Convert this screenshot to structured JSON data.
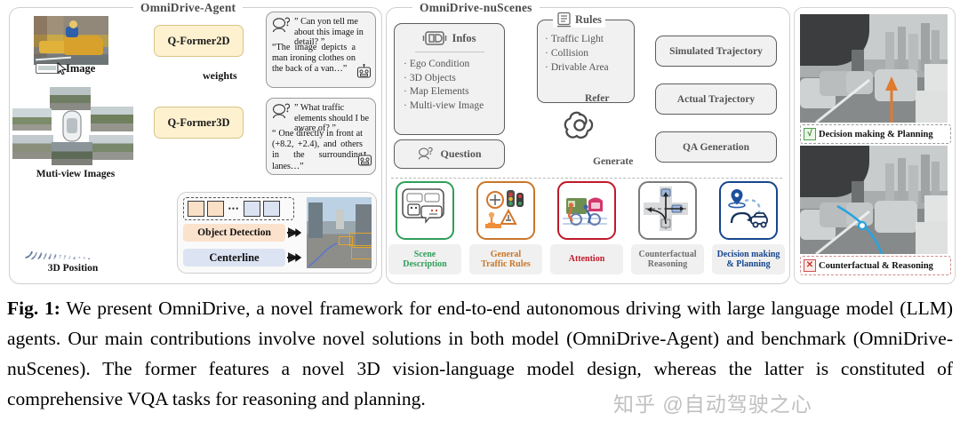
{
  "figure": {
    "panels": {
      "agent": {
        "title": "OmniDrive-Agent"
      },
      "nuscenes": {
        "title": "OmniDrive-nuScenes"
      }
    },
    "agent": {
      "image_label": "Image",
      "multiview_label": "Muti-view Images",
      "position_label": "3D Position",
      "qformer2d": "Q-Former2D",
      "qformer3d": "Q-Former3D",
      "weights_label": "weights",
      "bubble1": {
        "question": "” Can yon tell me about this image in detail? ”",
        "answer": "“The image depicts a man ironing clothes on the back of a van…”"
      },
      "bubble2": {
        "question": "” What traffic elements should I be aware of? ”",
        "answer": "“ One directly in front at (+8.2, +2.4), and others in the surrounding lanes…”"
      },
      "heads": {
        "object_detection": "Object Detection",
        "centerline": "Centerline",
        "token_ellipsis": "•••"
      }
    },
    "nuscenes": {
      "infos": {
        "title": "Infos",
        "items": [
          "Ego Condition",
          "3D Objects",
          "Map Elements",
          "Multi-view Image"
        ]
      },
      "rules": {
        "title": "Rules",
        "items": [
          "Traffic Light",
          "Collision",
          "Drivable Area"
        ]
      },
      "question_box": "Question",
      "refer_label": "Refer",
      "generate_label": "Generate",
      "right_boxes": [
        "Simulated Trajectory",
        "Actual Trajectory",
        "QA Generation"
      ],
      "categories": [
        {
          "name": "scene-description",
          "label_line1": "Scene",
          "label_line2": "Description",
          "color": "#2f9e5a",
          "icon": "robot-chat-icon"
        },
        {
          "name": "general-traffic-rules",
          "label_line1": "General",
          "label_line2": "Traffic Rules",
          "color": "#c9762a",
          "icon": "traffic-signs-icon"
        },
        {
          "name": "attention",
          "label_line1": "Attention",
          "label_line2": "",
          "color": "#c0192b",
          "icon": "road-users-icon"
        },
        {
          "name": "counterfactual-reasoning",
          "label_line1": "Counterfactual",
          "label_line2": "Reasoning",
          "color": "#7b7b7b",
          "icon": "intersection-icon"
        },
        {
          "name": "decision-making-planning",
          "label_line1": "Decision making",
          "label_line2": "& Planning",
          "color": "#16468c",
          "icon": "route-car-icon"
        }
      ]
    },
    "right_column": {
      "top": {
        "tag": "Decision making & Planning",
        "mark": "√",
        "mark_kind": "check"
      },
      "bottom": {
        "tag": "Counterfactual & Reasoning",
        "mark": "✕",
        "mark_kind": "cross"
      }
    }
  },
  "caption": {
    "prefix": "Fig. 1:",
    "text": " We present OmniDrive, a novel framework for end-to-end autonomous driving with large language model (LLM) agents. Our main contributions involve novel solutions in both model (OmniDrive-Agent) and benchmark (OmniDrive-nuScenes). The former features a novel 3D vision-language model design, whereas the latter is constituted of comprehensive VQA tasks for reasoning and planning."
  },
  "watermark": {
    "text": "知乎 @自动驾驶之心"
  }
}
